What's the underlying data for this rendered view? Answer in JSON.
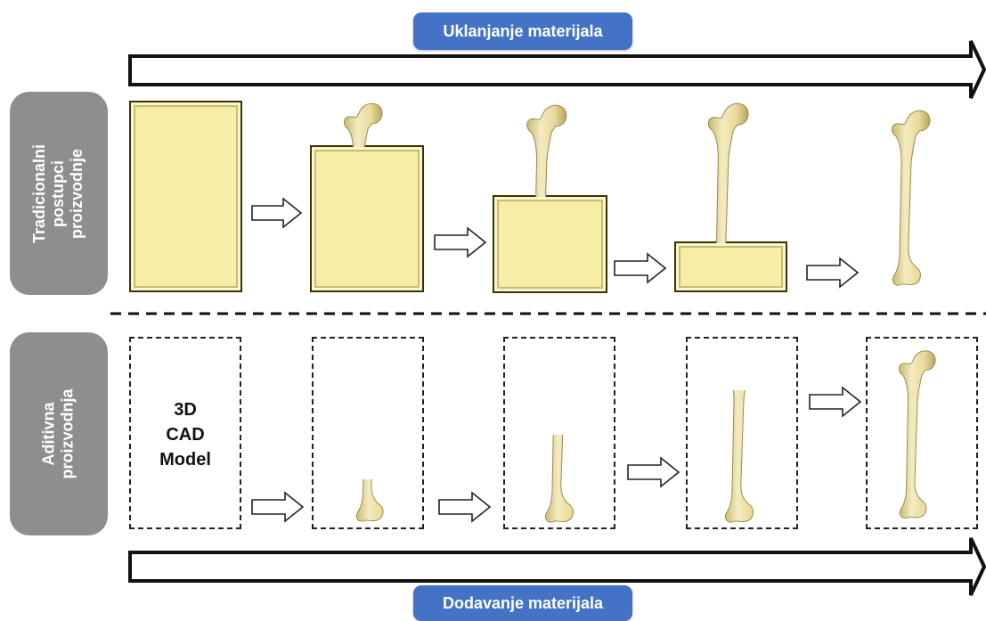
{
  "top_label": "Uklanjanje materijala",
  "bottom_label": "Dodavanje materijala",
  "row_traditional": "Tradicionalni postupci proizvodnje",
  "row_traditional_lines": [
    "Tradicionalni",
    "postupci",
    "proizvodnje"
  ],
  "row_additive": "Aditivna proizvodnja",
  "row_additive_lines": [
    "Aditivna",
    "proizvodnja"
  ],
  "cad_lines": [
    "3D",
    "CAD",
    "Model"
  ],
  "colors": {
    "label_blue": "#4472c4",
    "side_gray": "#8e8e8e",
    "block_fill": "#f6eda6",
    "bone_fill": "#efe3a8"
  }
}
